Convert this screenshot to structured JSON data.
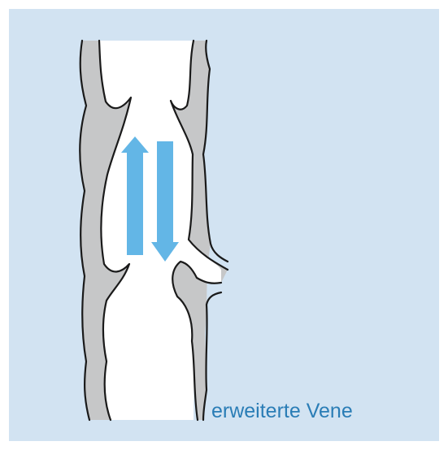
{
  "caption": "erweiterte Vene",
  "colors": {
    "background": "#d2e3f2",
    "vein_wall": "#c6c7c8",
    "vein_lumen": "#ffffff",
    "outline": "#1a1a1a",
    "arrow": "#63b6e6",
    "caption_text": "#2a7db6"
  },
  "arrows": [
    {
      "name": "upward-flow",
      "direction": "up"
    },
    {
      "name": "downward-flow",
      "direction": "down"
    }
  ]
}
